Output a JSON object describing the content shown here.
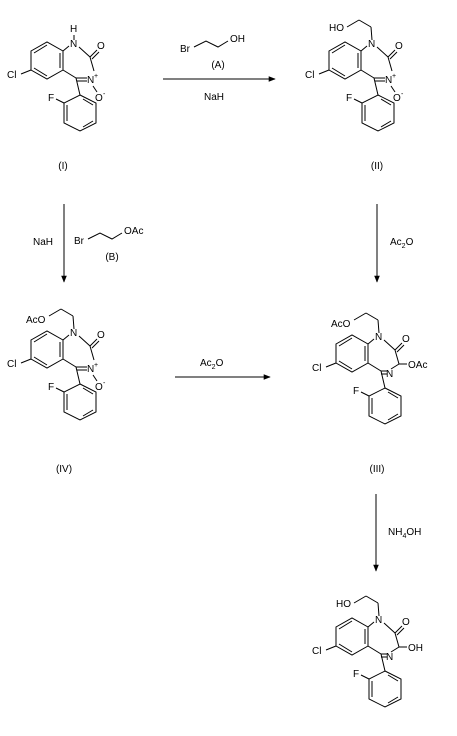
{
  "molecules": {
    "I": {
      "label": "(I)",
      "atoms": [
        "H",
        "N",
        "O",
        "Cl",
        "N",
        "O",
        "F"
      ],
      "charges": {
        "n_plus": "+",
        "o_minus": "-"
      }
    },
    "II": {
      "label": "(II)",
      "atoms": [
        "HO",
        "N",
        "O",
        "Cl",
        "N",
        "O",
        "F"
      ],
      "charges": {
        "n_plus": "+",
        "o_minus": "-"
      }
    },
    "III": {
      "label": "(III)",
      "atoms": [
        "AcO",
        "N",
        "O",
        "Cl",
        "N",
        "OAc",
        "F"
      ]
    },
    "IV": {
      "label": "(IV)",
      "atoms": [
        "AcO",
        "N",
        "O",
        "Cl",
        "N",
        "O",
        "F"
      ],
      "charges": {
        "n_plus": "+",
        "o_minus": "-"
      }
    },
    "V": {
      "atoms": [
        "HO",
        "N",
        "O",
        "Cl",
        "N",
        "OH",
        "F"
      ]
    }
  },
  "reagents": {
    "A": {
      "label": "(A)",
      "br": "Br",
      "oh": "OH"
    },
    "B": {
      "label": "(B)",
      "br": "Br",
      "oac": "OAc"
    },
    "nah": "NaH",
    "ac2o": {
      "base": "Ac",
      "sub": "2",
      "tail": "O"
    },
    "nh4oh": {
      "base": "NH",
      "sub": "4",
      "tail": "OH"
    }
  }
}
